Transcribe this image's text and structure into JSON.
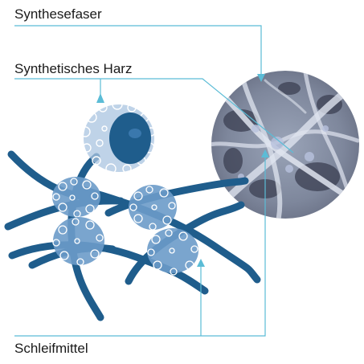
{
  "labels": {
    "fiber": "Synthesefaser",
    "resin": "Synthetisches Harz",
    "abrasive": "Schleifmittel"
  },
  "colors": {
    "fiber": "#1f5d8c",
    "particle": "#6b9bc9",
    "particle_light": "#a9c4e0",
    "grit_outline": "#ffffff",
    "leader_line": "#5bbcd6",
    "text": "#1a1a1a"
  }
}
